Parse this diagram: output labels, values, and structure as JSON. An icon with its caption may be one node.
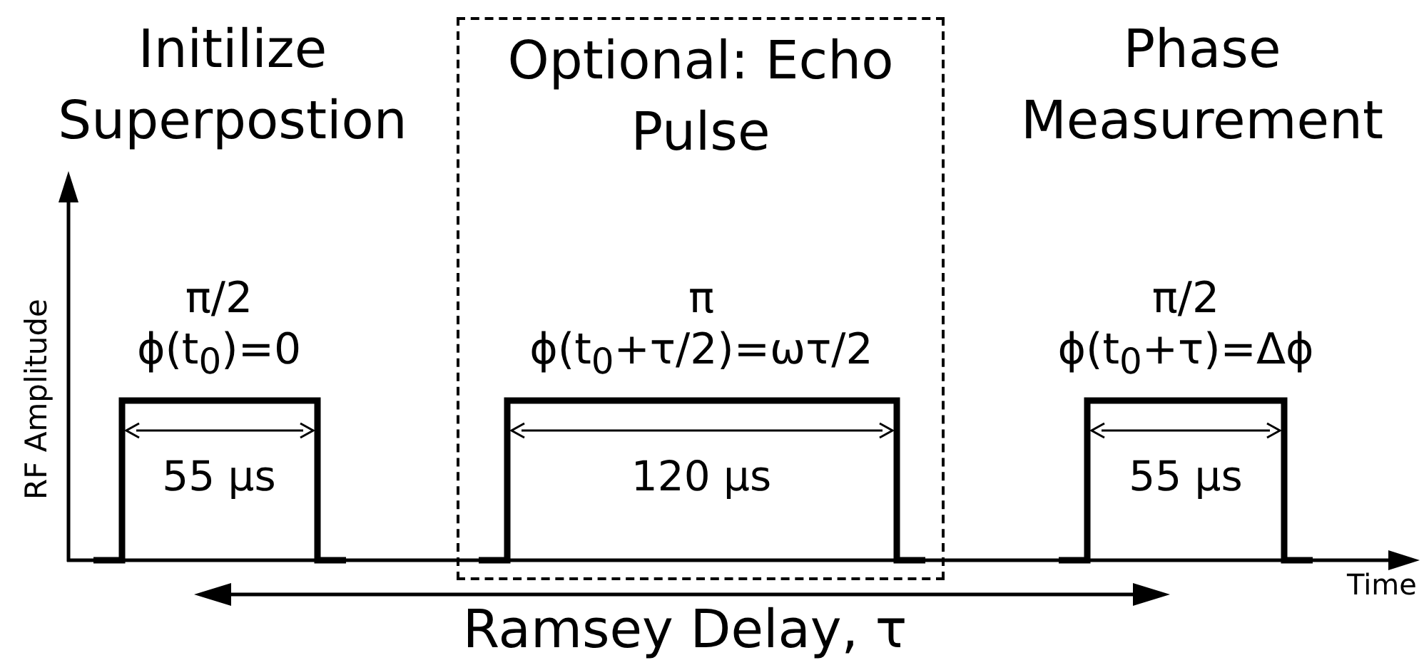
{
  "diagram": {
    "nodes": [
      {
        "text": [
          "π/2",
          "ϕ(t$_{0}$)=0",
          "55 μs"
        ]
      },
      {
        "text": [
          "Optional: Echo Pulse"
        ]
      },
      {
        "text": [
          "π",
          "ϕ(t$_{0}$+τ/2)=ωτ/2",
          "120 μs"
        ],
        "in": 1
      },
      {
        "text": [
          "π/2",
          "ϕ(t$_{0}$+τ)=Δϕ",
          "55 μs"
        ]
      }
    ],
    "labels": [
      "Initilize Superpostion",
      "Phase Measurement",
      "RF Amplitude",
      "Time",
      "Ramsey Delay, τ"
    ]
  }
}
